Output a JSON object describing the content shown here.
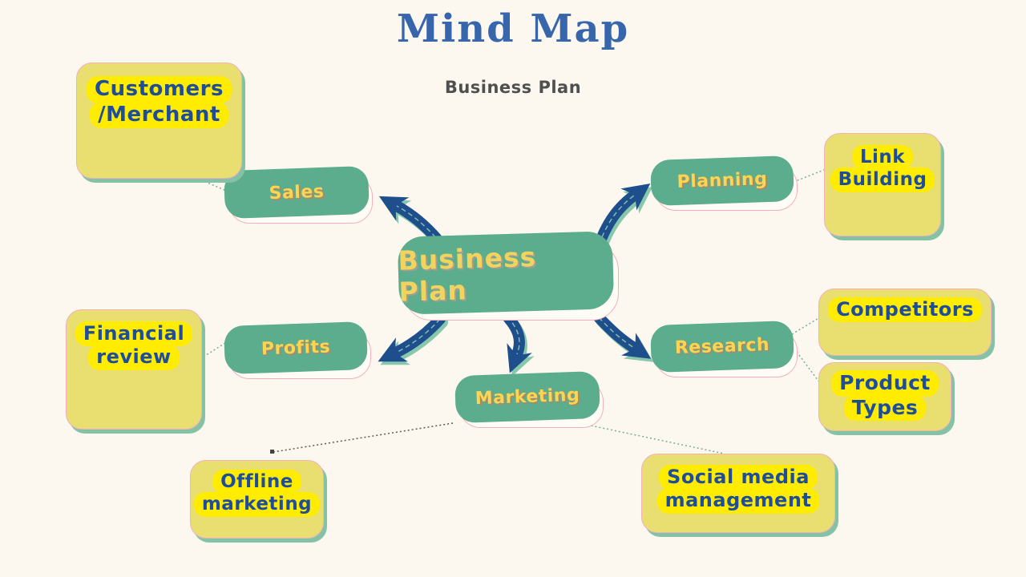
{
  "title": "Mind Map",
  "subtitle": "Business Plan",
  "center": {
    "label": "Business Plan"
  },
  "branches": {
    "sales": {
      "label": "Sales"
    },
    "planning": {
      "label": "Planning"
    },
    "profits": {
      "label": "Profits"
    },
    "marketing": {
      "label": "Marketing"
    },
    "research": {
      "label": "Research"
    }
  },
  "leaves": {
    "customers_merchant": {
      "line1": "Customers",
      "line2": "/Merchant"
    },
    "link_building": {
      "line1": "Link",
      "line2": "Building"
    },
    "financial_review": {
      "line1": "Financial",
      "line2": "review"
    },
    "competitors": {
      "line1": "Competitors"
    },
    "product_types": {
      "line1": "Product",
      "line2": "Types"
    },
    "offline_marketing": {
      "line1": "Offline",
      "line2": "marketing"
    },
    "social_media": {
      "line1": "Social media",
      "line2": "management"
    }
  },
  "colors": {
    "background": "#FCF8EF",
    "branch_green": "#5CAD8D",
    "branch_label_yellow": "#FFD44F",
    "center_label_yellow": "#F0D45F",
    "leaf_base_yellow": "#E8DF70",
    "leaf_highlight_yellow": "#FFEC00",
    "leaf_text_blue": "#1E4D9B",
    "title_blue": "#3766AD",
    "subtitle_gray": "#4F4F4F",
    "arrow_navy": "#1F4E8C",
    "arrow_teal_edge": "#87C8AC",
    "connector_green": "#74B094",
    "connector_dark": "#5A5A5A",
    "backplate_pink_border": "#F4AFBE"
  }
}
